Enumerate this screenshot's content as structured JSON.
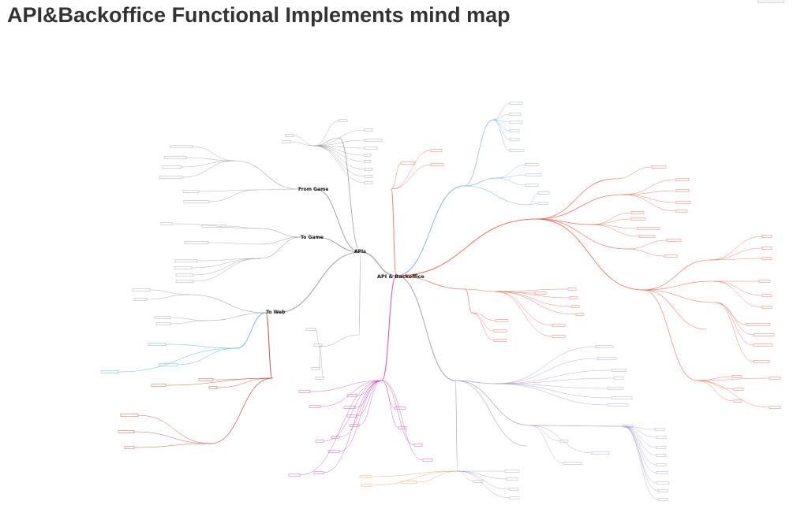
{
  "page": {
    "title": "API&Backoffice Functional Implements mind map"
  },
  "mindmap": {
    "root": "API & Backoffice",
    "hubs": {
      "apis": "APIs",
      "from_game": "From Game",
      "to_game": "To Game",
      "to_web": "To Web"
    }
  },
  "colors": {
    "title": "#333333",
    "gray_branch": "#9a9a9a",
    "red_branch": "#e8604c",
    "blue_branch": "#7fa6d8",
    "magenta_branch": "#cc3fb3",
    "purple_branch": "#a596c2",
    "cyan_branch": "#38aecb",
    "darkred_branch": "#b83a28",
    "orange_branch": "#e0a05a",
    "leaf_box": "#e7c9a0"
  }
}
